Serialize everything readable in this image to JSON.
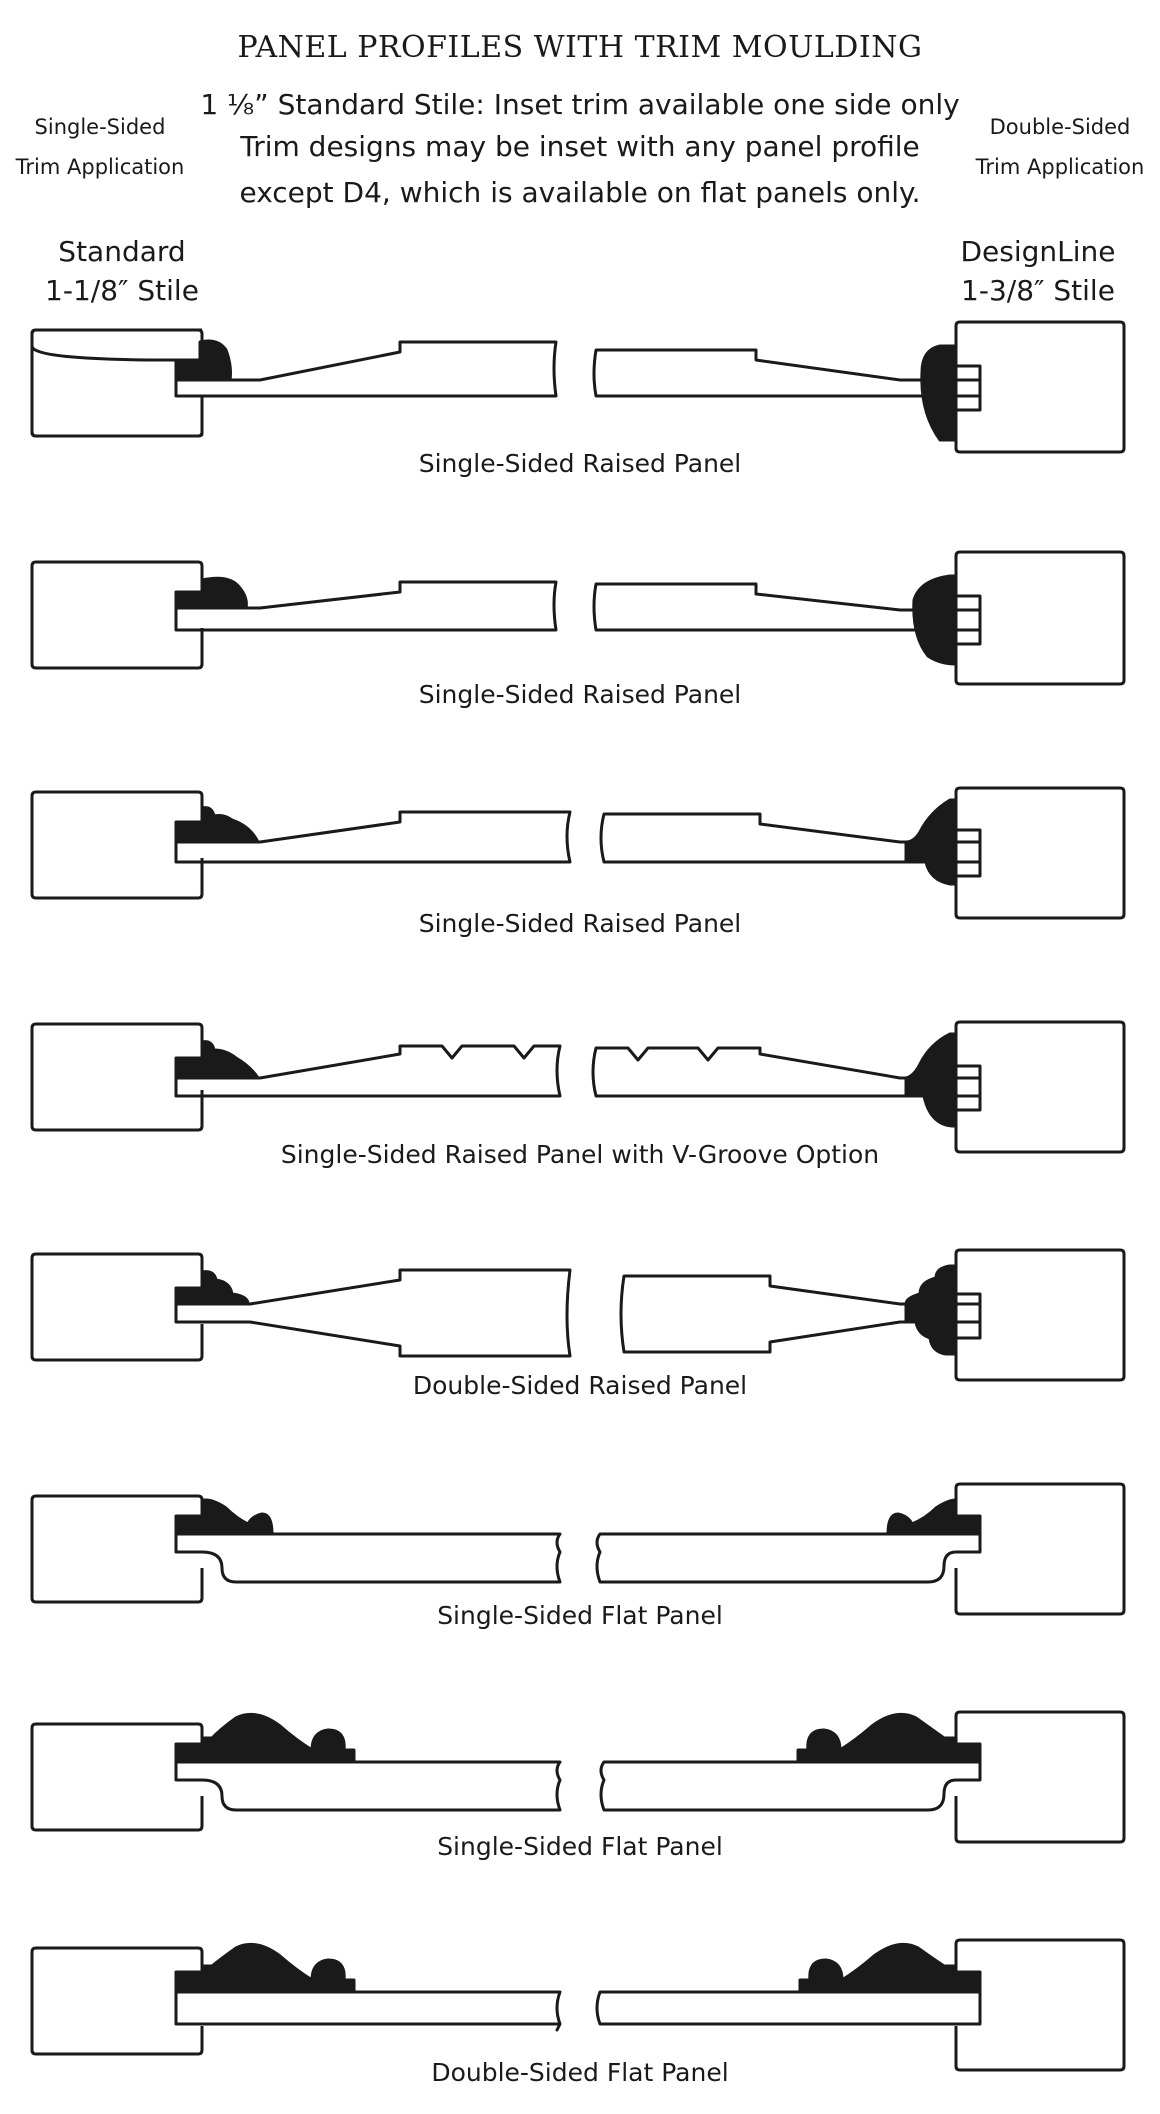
{
  "header": {
    "title": "PANEL PROFILES WITH TRIM MOULDING",
    "line1": "1 ⅛” Standard Stile: Inset trim available one side only",
    "line2": "Trim designs may be inset with any panel profile",
    "line3": "except D4, which is available on flat panels only.",
    "left_side_1": "Single-Sided",
    "left_side_2": "Trim Application",
    "right_side_1": "Double-Sided",
    "right_side_2": "Trim Application",
    "left_stile_1": "Standard",
    "left_stile_2": "1-1/8″ Stile",
    "right_stile_1": "DesignLine",
    "right_stile_2": "1-3/8″ Stile"
  },
  "profiles": [
    {
      "caption": "Single-Sided Raised Panel"
    },
    {
      "caption": "Single-Sided Raised Panel"
    },
    {
      "caption": "Single-Sided Raised Panel"
    },
    {
      "caption": "Single-Sided Raised Panel with V-Groove Option"
    },
    {
      "caption": "Double-Sided Raised Panel"
    },
    {
      "caption": "Single-Sided Flat Panel"
    },
    {
      "caption": "Single-Sided Flat Panel"
    },
    {
      "caption": "Double-Sided Flat Panel"
    }
  ],
  "colors": {
    "ink": "#1a1a1a",
    "paper": "#ffffff"
  }
}
